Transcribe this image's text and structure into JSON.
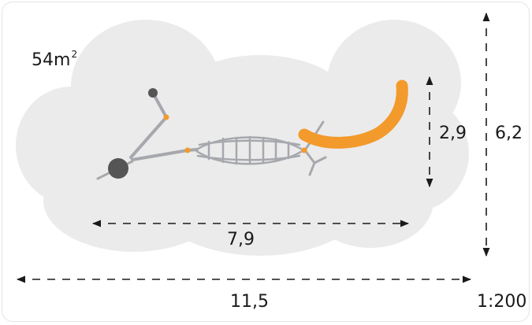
{
  "area": {
    "value": "54m",
    "superscript": "2"
  },
  "dimensions": {
    "inner_width": "7,9",
    "outer_width": "11,5",
    "inner_depth": "2,9",
    "outer_depth": "6,2"
  },
  "scale": "1:200",
  "colors": {
    "safety_zone": "#ebebeb",
    "equipment": "#a6a8ae",
    "accent": "#f39a2c",
    "dark_node": "#555555",
    "dimension_line": "#1a1a1a"
  }
}
